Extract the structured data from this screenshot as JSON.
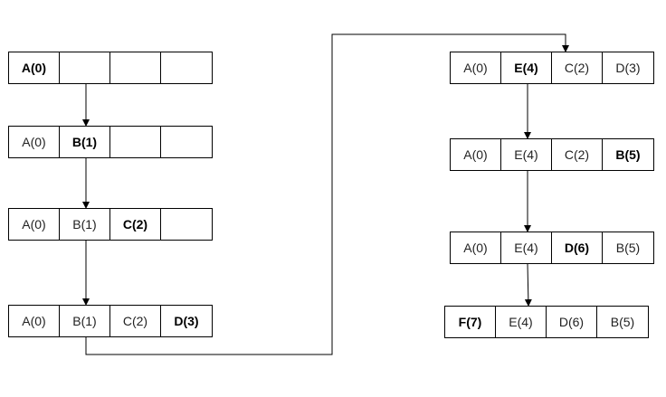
{
  "rows": [
    {
      "id": "L1",
      "cells": [
        {
          "text": "A(0)",
          "bold": true
        },
        {
          "text": ""
        },
        {
          "text": ""
        },
        {
          "text": ""
        }
      ]
    },
    {
      "id": "L2",
      "cells": [
        {
          "text": "A(0)"
        },
        {
          "text": "B(1)",
          "bold": true
        },
        {
          "text": ""
        },
        {
          "text": ""
        }
      ]
    },
    {
      "id": "L3",
      "cells": [
        {
          "text": "A(0)"
        },
        {
          "text": "B(1)"
        },
        {
          "text": "C(2)",
          "bold": true
        },
        {
          "text": ""
        }
      ]
    },
    {
      "id": "L4",
      "cells": [
        {
          "text": "A(0)"
        },
        {
          "text": "B(1)"
        },
        {
          "text": "C(2)"
        },
        {
          "text": "D(3)",
          "bold": true
        }
      ]
    },
    {
      "id": "R1",
      "cells": [
        {
          "text": "A(0)"
        },
        {
          "text": "E(4)",
          "bold": true
        },
        {
          "text": "C(2)"
        },
        {
          "text": "D(3)"
        }
      ]
    },
    {
      "id": "R2",
      "cells": [
        {
          "text": "A(0)"
        },
        {
          "text": "E(4)"
        },
        {
          "text": "C(2)"
        },
        {
          "text": "B(5)",
          "bold": true
        }
      ]
    },
    {
      "id": "R3",
      "cells": [
        {
          "text": "A(0)"
        },
        {
          "text": "E(4)"
        },
        {
          "text": "D(6)",
          "bold": true
        },
        {
          "text": "B(5)"
        }
      ]
    },
    {
      "id": "R4",
      "cells": [
        {
          "text": "F(7)",
          "bold": true
        },
        {
          "text": "E(4)"
        },
        {
          "text": "D(6)"
        },
        {
          "text": "B(5)"
        }
      ]
    }
  ],
  "colors": {
    "line": "#000000",
    "text": "#222222",
    "background": "#ffffff"
  }
}
